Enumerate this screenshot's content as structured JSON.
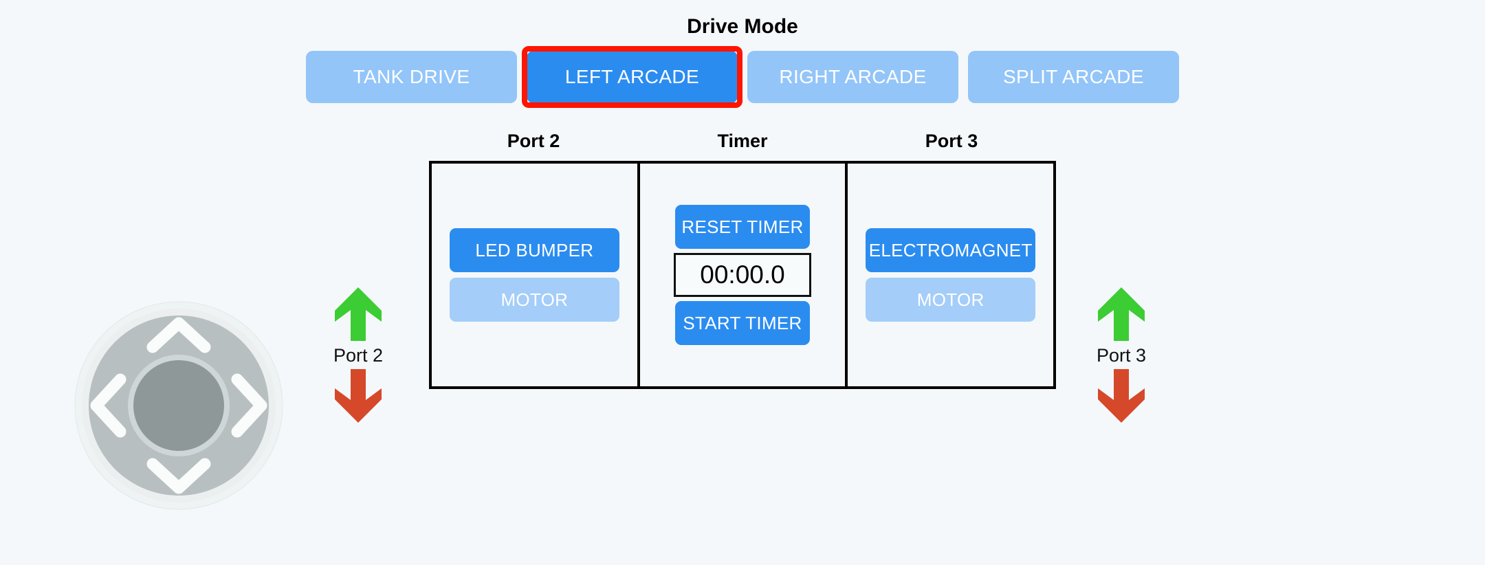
{
  "header": {
    "title": "Drive Mode"
  },
  "drive_modes": [
    {
      "label": "TANK DRIVE",
      "selected": false,
      "active": false
    },
    {
      "label": "LEFT ARCADE",
      "selected": true,
      "active": true
    },
    {
      "label": "RIGHT ARCADE",
      "selected": false,
      "active": false
    },
    {
      "label": "SPLIT ARCADE",
      "selected": false,
      "active": false
    }
  ],
  "columns": {
    "headers": [
      "Port 2",
      "Timer",
      "Port 3"
    ]
  },
  "port2_panel": {
    "buttons": [
      {
        "label": "LED BUMPER",
        "state": "primary"
      },
      {
        "label": "MOTOR",
        "state": "muted"
      }
    ]
  },
  "timer_panel": {
    "reset_label": "RESET TIMER",
    "display": "00:00.0",
    "start_label": "START TIMER"
  },
  "port3_panel": {
    "buttons": [
      {
        "label": "ELECTROMAGNET",
        "state": "primary"
      },
      {
        "label": "MOTOR",
        "state": "muted"
      }
    ]
  },
  "port2_group": {
    "up_icon": "arrow-up-icon",
    "label": "Port 2",
    "down_icon": "arrow-down-icon"
  },
  "port3_group": {
    "up_icon": "arrow-up-icon",
    "label": "Port 3",
    "down_icon": "arrow-down-icon"
  },
  "joystick": {
    "name": "dpad-joystick",
    "up_icon": "chevron-up-icon",
    "down_icon": "chevron-down-icon",
    "left_icon": "chevron-left-icon",
    "right_icon": "chevron-right-icon"
  },
  "colors": {
    "background": "#f4f8fa",
    "button_active": "#2b8cf0",
    "button_inactive": "#93c5f8",
    "selection_outline": "#ff1500",
    "arrow_up": "#3ccc33",
    "arrow_down": "#d6482a",
    "panel_border": "#000000",
    "joystick_ring": "#b8bfc0",
    "joystick_knob": "#8f9899"
  }
}
